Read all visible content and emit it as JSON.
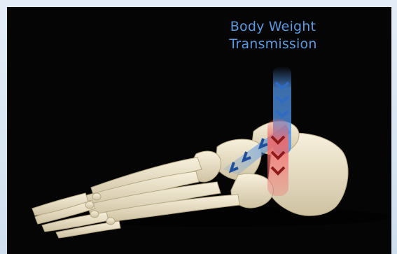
{
  "image": {
    "caption": {
      "line1": "Body Weight",
      "line2": "Transmission"
    },
    "subject": "lateral view of a foot skeleton with arrows showing weight transmission",
    "colors": {
      "background": "#050505",
      "frame": "#d4e2f1",
      "bone": "#efe6cf",
      "blue_arrow": "#4f8fe0",
      "red_arrow": "#f06a6a",
      "caption": "#5b9ae0"
    },
    "icons": [
      "chevron-down-icon",
      "chevron-left-icon"
    ]
  }
}
